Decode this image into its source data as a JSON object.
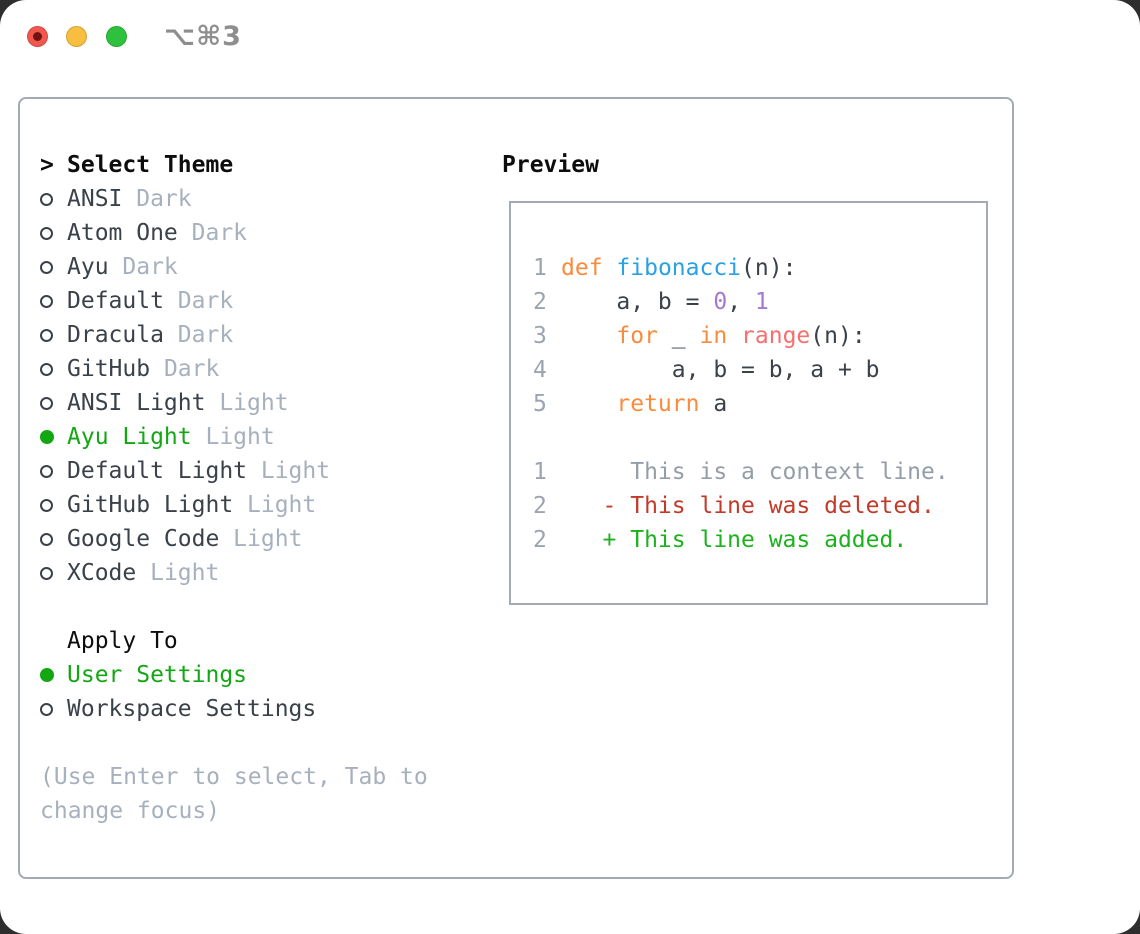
{
  "titlebar": {
    "shortcut": "⌥⌘3",
    "traffic_lights": [
      "close",
      "minimize",
      "maximize"
    ]
  },
  "left": {
    "header": {
      "cursor": ">",
      "label": "Select Theme"
    },
    "themes": [
      {
        "name": "ANSI",
        "variant": "Dark",
        "selected": false
      },
      {
        "name": "Atom One",
        "variant": "Dark",
        "selected": false
      },
      {
        "name": "Ayu",
        "variant": "Dark",
        "selected": false
      },
      {
        "name": "Default",
        "variant": "Dark",
        "selected": false
      },
      {
        "name": "Dracula",
        "variant": "Dark",
        "selected": false
      },
      {
        "name": "GitHub",
        "variant": "Dark",
        "selected": false
      },
      {
        "name": "ANSI Light",
        "variant": "Light",
        "selected": false
      },
      {
        "name": "Ayu Light",
        "variant": "Light",
        "selected": true
      },
      {
        "name": "Default Light",
        "variant": "Light",
        "selected": false
      },
      {
        "name": "GitHub Light",
        "variant": "Light",
        "selected": false
      },
      {
        "name": "Google Code",
        "variant": "Light",
        "selected": false
      },
      {
        "name": "XCode",
        "variant": "Light",
        "selected": false
      }
    ],
    "apply_to": {
      "label": "Apply To",
      "options": [
        {
          "name": "User Settings",
          "selected": true
        },
        {
          "name": "Workspace Settings",
          "selected": false
        }
      ]
    },
    "hint_lines": [
      "(Use Enter to select, Tab to",
      "change focus)"
    ]
  },
  "preview": {
    "title": "Preview",
    "lines": [
      {
        "num": "1",
        "kind": "code",
        "segments": [
          {
            "text": "def",
            "color": "orange"
          },
          {
            "text": " ",
            "color": "plain"
          },
          {
            "text": "fibonacci",
            "color": "blue"
          },
          {
            "text": "(n):",
            "color": "plain"
          }
        ]
      },
      {
        "num": "2",
        "kind": "code",
        "segments": [
          {
            "text": "    a, b = ",
            "color": "plain"
          },
          {
            "text": "0",
            "color": "purple"
          },
          {
            "text": ", ",
            "color": "plain"
          },
          {
            "text": "1",
            "color": "purple"
          }
        ]
      },
      {
        "num": "3",
        "kind": "code",
        "segments": [
          {
            "text": "    ",
            "color": "plain"
          },
          {
            "text": "for",
            "color": "orange"
          },
          {
            "text": " _ ",
            "color": "plain"
          },
          {
            "text": "in",
            "color": "orange"
          },
          {
            "text": " ",
            "color": "plain"
          },
          {
            "text": "range",
            "color": "coral"
          },
          {
            "text": "(n):",
            "color": "plain"
          }
        ]
      },
      {
        "num": "4",
        "kind": "code",
        "segments": [
          {
            "text": "        a, b = b, a + b",
            "color": "plain"
          }
        ]
      },
      {
        "num": "5",
        "kind": "code",
        "segments": [
          {
            "text": "    ",
            "color": "plain"
          },
          {
            "text": "return",
            "color": "orange"
          },
          {
            "text": " a",
            "color": "plain"
          }
        ]
      },
      {
        "num": "",
        "kind": "blank",
        "segments": []
      },
      {
        "num": "1",
        "kind": "diff-context",
        "segments": [
          {
            "text": "     This is a context line.",
            "color": "context"
          }
        ]
      },
      {
        "num": "2",
        "kind": "diff-deleted",
        "segments": [
          {
            "text": "   - This line was deleted.",
            "color": "diff_red"
          }
        ]
      },
      {
        "num": "2",
        "kind": "diff-added",
        "segments": [
          {
            "text": "   + This line was added.",
            "color": "diff_green"
          }
        ]
      }
    ]
  },
  "palette": {
    "orange": "#F98B3D",
    "blue": "#2AA1E3",
    "purple": "#A478D2",
    "coral": "#F56F6F",
    "plain": "#3B4149",
    "black": "#0D0D0D",
    "green": "#13A713",
    "diff_red": "#C23A2A",
    "diff_green": "#1DB11D",
    "gray": "#A7B0BD",
    "context": "#949DA8",
    "lineno": "#9AA5B1",
    "border": "#A3AAB4",
    "shortcut": "#8E8E8E",
    "tl-close": "#F2574E",
    "tl-close-dot": "#6F1511",
    "tl-min": "#F7BE3F",
    "tl-max": "#2EC13D"
  }
}
